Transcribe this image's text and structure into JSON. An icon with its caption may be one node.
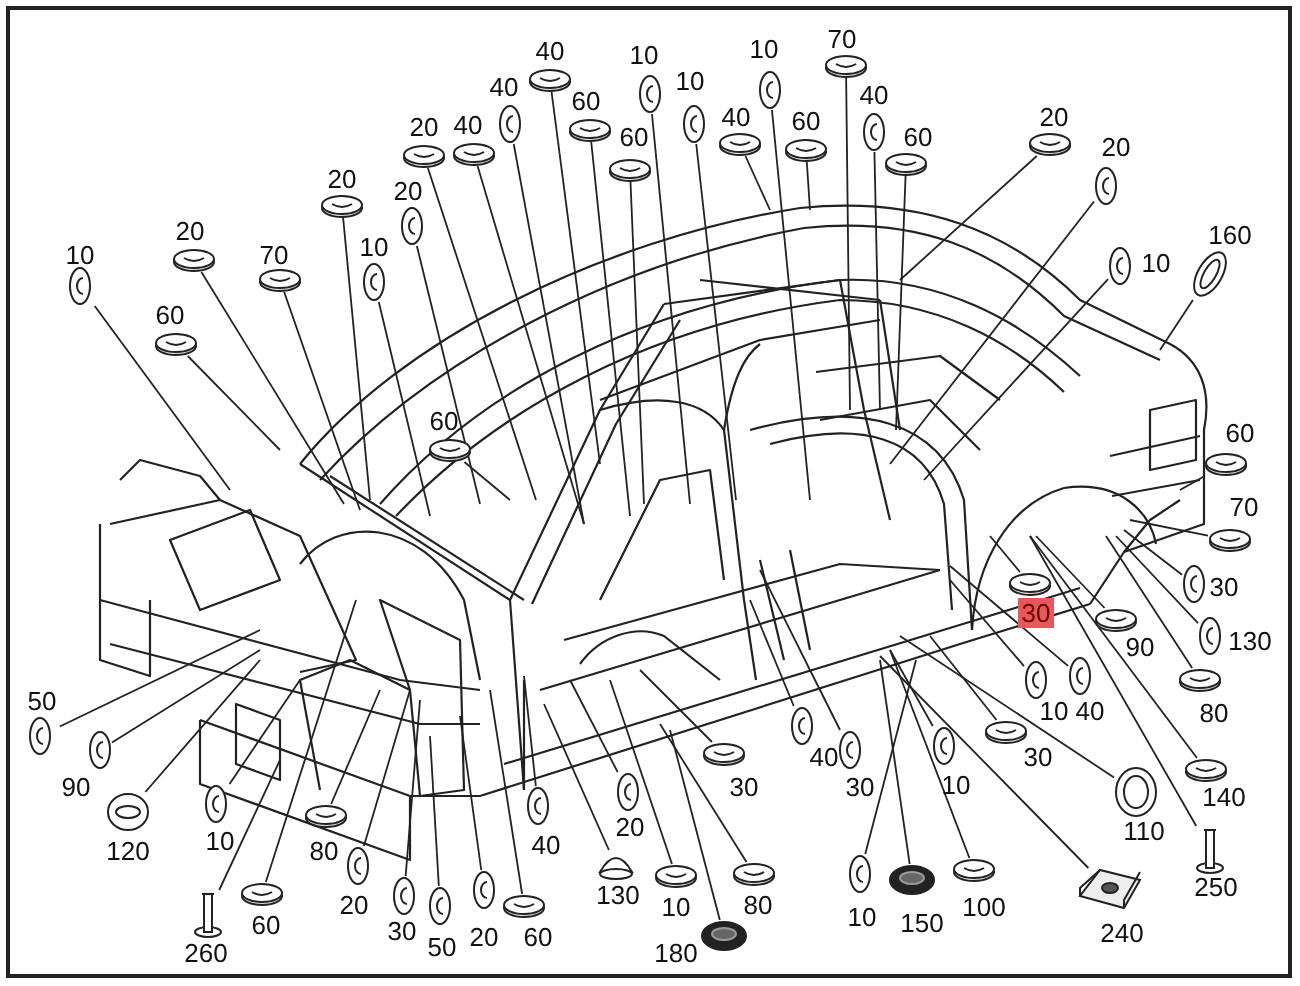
{
  "diagram": {
    "nodes": [
      {
        "text": [
          "70"
        ]
      },
      {
        "text": [
          "40"
        ]
      },
      {
        "text": [
          "10"
        ]
      },
      {
        "text": [
          "10"
        ]
      },
      {
        "text": [
          "10"
        ]
      },
      {
        "text": [
          "40"
        ]
      },
      {
        "text": [
          "40"
        ]
      },
      {
        "text": [
          "60"
        ]
      },
      {
        "text": [
          "20"
        ]
      },
      {
        "text": [
          "40"
        ]
      },
      {
        "text": [
          "60"
        ]
      },
      {
        "text": [
          "20"
        ]
      },
      {
        "text": [
          "40"
        ]
      },
      {
        "text": [
          "60"
        ]
      },
      {
        "text": [
          "60"
        ]
      },
      {
        "text": [
          "20"
        ]
      },
      {
        "text": [
          "20"
        ]
      },
      {
        "text": [
          "20"
        ]
      },
      {
        "text": [
          "20"
        ]
      },
      {
        "text": [
          "160"
        ]
      },
      {
        "text": [
          "10"
        ]
      },
      {
        "text": [
          "10"
        ]
      },
      {
        "text": [
          "70"
        ]
      },
      {
        "text": [
          "10"
        ]
      },
      {
        "text": [
          "60"
        ]
      },
      {
        "text": [
          "60"
        ]
      },
      {
        "text": [
          "60"
        ]
      },
      {
        "text": [
          "70"
        ]
      },
      {
        "text": [
          "30"
        ]
      },
      {
        "text": [
          "30"
        ]
      },
      {
        "text": [
          "130"
        ]
      },
      {
        "text": [
          "90"
        ]
      },
      {
        "text": [
          "50"
        ]
      },
      {
        "text": [
          "10"
        ]
      },
      {
        "text": [
          "40"
        ]
      },
      {
        "text": [
          "80"
        ]
      },
      {
        "text": [
          "30"
        ]
      },
      {
        "text": [
          "40"
        ]
      },
      {
        "text": [
          "30"
        ]
      },
      {
        "text": [
          "90"
        ]
      },
      {
        "text": [
          "10"
        ]
      },
      {
        "text": [
          "30"
        ]
      },
      {
        "text": [
          "140"
        ]
      },
      {
        "text": [
          "20"
        ]
      },
      {
        "text": [
          "110"
        ]
      },
      {
        "text": [
          "10"
        ]
      },
      {
        "text": [
          "40"
        ]
      },
      {
        "text": [
          "80"
        ]
      },
      {
        "text": [
          "120"
        ]
      },
      {
        "text": [
          "250"
        ]
      },
      {
        "text": [
          "130"
        ]
      },
      {
        "text": [
          "20"
        ]
      },
      {
        "text": [
          "10"
        ]
      },
      {
        "text": [
          "80"
        ]
      },
      {
        "text": [
          "100"
        ]
      },
      {
        "text": [
          "10"
        ]
      },
      {
        "text": [
          "150"
        ]
      },
      {
        "text": [
          "60"
        ]
      },
      {
        "text": [
          "30"
        ]
      },
      {
        "text": [
          "240"
        ]
      },
      {
        "text": [
          "60"
        ]
      },
      {
        "text": [
          "20"
        ]
      },
      {
        "text": [
          "50"
        ]
      },
      {
        "text": [
          "180"
        ]
      },
      {
        "text": [
          "260"
        ]
      }
    ],
    "edges": [
      {
        "from": 0,
        "to": null,
        "arrow": "none"
      },
      {
        "from": 1,
        "to": null,
        "arrow": "none"
      },
      {
        "from": 2,
        "to": null,
        "arrow": "none"
      },
      {
        "from": 3,
        "to": null,
        "arrow": "none"
      },
      {
        "from": 4,
        "to": null,
        "arrow": "none"
      },
      {
        "from": 5,
        "to": null,
        "arrow": "none"
      },
      {
        "from": 6,
        "to": null,
        "arrow": "none"
      },
      {
        "from": 7,
        "to": null,
        "arrow": "none"
      },
      {
        "from": 8,
        "to": null,
        "arrow": "none"
      },
      {
        "from": 9,
        "to": null,
        "arrow": "none"
      },
      {
        "from": 10,
        "to": null,
        "arrow": "none"
      },
      {
        "from": 11,
        "to": null,
        "arrow": "none"
      },
      {
        "from": 12,
        "to": null,
        "arrow": "none"
      },
      {
        "from": 13,
        "to": null,
        "arrow": "none"
      },
      {
        "from": 14,
        "to": null,
        "arrow": "none"
      },
      {
        "from": 15,
        "to": null,
        "arrow": "none"
      },
      {
        "from": 16,
        "to": null,
        "arrow": "none"
      },
      {
        "from": 17,
        "to": null,
        "arrow": "none"
      },
      {
        "from": 18,
        "to": null,
        "arrow": "none"
      },
      {
        "from": 19,
        "to": null,
        "arrow": "none"
      },
      {
        "from": 20,
        "to": null,
        "arrow": "none"
      },
      {
        "from": 21,
        "to": null,
        "arrow": "none"
      },
      {
        "from": 22,
        "to": null,
        "arrow": "none"
      },
      {
        "from": 23,
        "to": null,
        "arrow": "none"
      },
      {
        "from": 24,
        "to": null,
        "arrow": "none"
      },
      {
        "from": 25,
        "to": null,
        "arrow": "none"
      },
      {
        "from": 26,
        "to": null,
        "arrow": "none"
      },
      {
        "from": 27,
        "to": null,
        "arrow": "none"
      },
      {
        "from": 28,
        "to": null,
        "arrow": "none"
      },
      {
        "from": 29,
        "to": null,
        "arrow": "none"
      },
      {
        "from": 30,
        "to": null,
        "arrow": "none"
      },
      {
        "from": 31,
        "to": null,
        "arrow": "none"
      },
      {
        "from": 32,
        "to": null,
        "arrow": "none"
      },
      {
        "from": 33,
        "to": null,
        "arrow": "none"
      },
      {
        "from": 34,
        "to": null,
        "arrow": "none"
      },
      {
        "from": 35,
        "to": null,
        "arrow": "none"
      },
      {
        "from": 36,
        "to": null,
        "arrow": "none"
      },
      {
        "from": 37,
        "to": null,
        "arrow": "none"
      },
      {
        "from": 38,
        "to": null,
        "arrow": "none"
      },
      {
        "from": 39,
        "to": null,
        "arrow": "none"
      },
      {
        "from": 40,
        "to": null,
        "arrow": "none"
      },
      {
        "from": 41,
        "to": null,
        "arrow": "none"
      },
      {
        "from": 42,
        "to": null,
        "arrow": "none"
      },
      {
        "from": 43,
        "to": null,
        "arrow": "none"
      },
      {
        "from": 44,
        "to": null,
        "arrow": "none"
      },
      {
        "from": 45,
        "to": null,
        "arrow": "none"
      },
      {
        "from": 46,
        "to": null,
        "arrow": "none"
      },
      {
        "from": 47,
        "to": null,
        "arrow": "none"
      },
      {
        "from": 48,
        "to": null,
        "arrow": "none"
      },
      {
        "from": 49,
        "to": null,
        "arrow": "none"
      },
      {
        "from": 50,
        "to": null,
        "arrow": "none"
      },
      {
        "from": 51,
        "to": null,
        "arrow": "none"
      },
      {
        "from": 52,
        "to": null,
        "arrow": "none"
      },
      {
        "from": 53,
        "to": null,
        "arrow": "none"
      },
      {
        "from": 54,
        "to": null,
        "arrow": "none"
      },
      {
        "from": 55,
        "to": null,
        "arrow": "none"
      },
      {
        "from": 56,
        "to": null,
        "arrow": "none"
      },
      {
        "from": 57,
        "to": null,
        "arrow": "none"
      },
      {
        "from": 58,
        "to": null,
        "arrow": "none"
      },
      {
        "from": 59,
        "to": null,
        "arrow": "none"
      },
      {
        "from": 60,
        "to": null,
        "arrow": "none"
      },
      {
        "from": 61,
        "to": null,
        "arrow": "none"
      },
      {
        "from": 62,
        "to": null,
        "arrow": "none"
      },
      {
        "from": 63,
        "to": null,
        "arrow": "none"
      },
      {
        "from": 64,
        "to": null,
        "arrow": "none"
      }
    ]
  }
}
